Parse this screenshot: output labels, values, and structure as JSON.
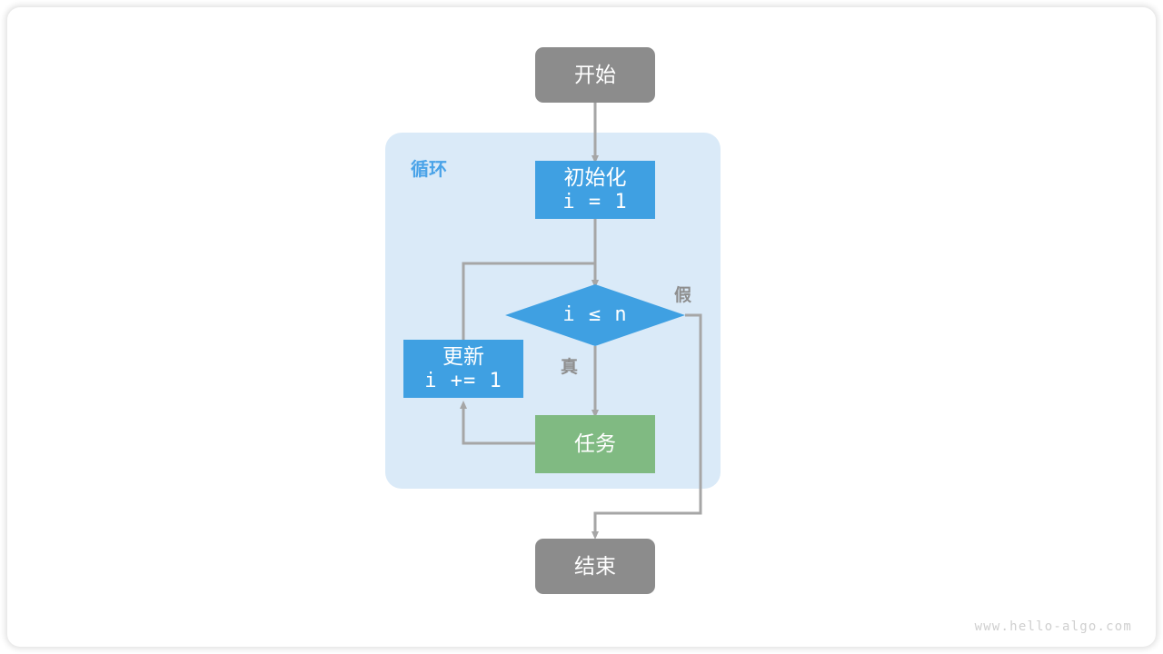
{
  "diagram": {
    "title_watermark": "www.hello-algo.com",
    "group": {
      "label": "循环",
      "color": "#daeaf8"
    },
    "colors": {
      "terminal": "#8c8c8c",
      "process_blue": "#3fa0e2",
      "decision_blue": "#3fa0e2",
      "task_green": "#80ba82",
      "edge": "#a6a6a6",
      "group_fill": "#daeaf8",
      "group_label": "#4aa3e8",
      "edge_label": "#8e8e8e",
      "node_text": "#ffffff",
      "watermark": "#cfcfcf"
    },
    "nodes": [
      {
        "id": "start",
        "type": "terminal",
        "lines": [
          "开始"
        ]
      },
      {
        "id": "init",
        "type": "process",
        "lines": [
          "初始化",
          "i = 1"
        ]
      },
      {
        "id": "cond",
        "type": "decision",
        "lines": [
          "i ≤ n"
        ]
      },
      {
        "id": "update",
        "type": "process",
        "lines": [
          "更新",
          "i += 1"
        ]
      },
      {
        "id": "task",
        "type": "task",
        "lines": [
          "任务"
        ]
      },
      {
        "id": "end",
        "type": "terminal",
        "lines": [
          "结束"
        ]
      }
    ],
    "edge_labels": [
      {
        "id": "true-label",
        "text": "真"
      },
      {
        "id": "false-label",
        "text": "假"
      }
    ]
  }
}
